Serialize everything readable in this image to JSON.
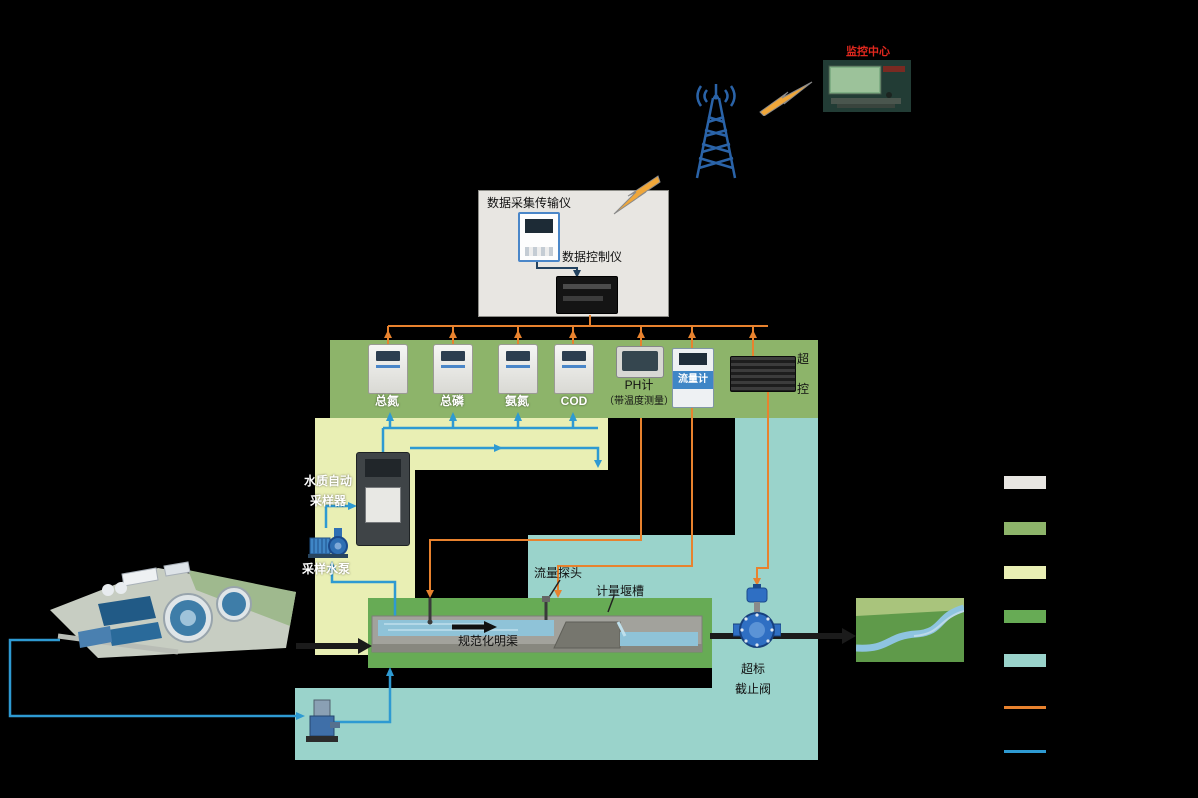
{
  "colors": {
    "background": "#000000",
    "orange_line": "#e8822e",
    "blue_line": "#2e9ad2",
    "gray_area": "#e8e6e2",
    "green_area": "#8db46a",
    "yellow_area": "#e9efb4",
    "channel_green_area": "#67ab55",
    "teal_area": "#9ad3cb"
  },
  "monitoring_center": {
    "label": "监控中心"
  },
  "datalogger": {
    "label": "数据采集传输仪"
  },
  "data_controller": {
    "label": "数据控制仪"
  },
  "analyzers": [
    {
      "label": "总氮"
    },
    {
      "label": "总磷"
    },
    {
      "label": "氨氮"
    },
    {
      "label": "COD"
    }
  ],
  "ph_meter": {
    "label": "PH计",
    "sublabel": "（带温度测量）"
  },
  "flow_meter": {
    "label": "流量计"
  },
  "overflow_controller": {
    "label_line1": "超",
    "label_line2": "控"
  },
  "auto_sampler": {
    "label_line1": "水质自动",
    "label_line2": "采样器"
  },
  "sampling_pump": {
    "label": "采样水泵"
  },
  "open_channel": {
    "label": "规范化明渠"
  },
  "flow_probe": {
    "label": "流量探头"
  },
  "measuring_weir": {
    "label": "计量堰槽"
  },
  "cutoff_valve": {
    "label_line1": "超标",
    "label_line2": "截止阀"
  },
  "legend": {
    "items": [
      {
        "name": "gray-area",
        "color": "#e8e6e2",
        "shape": "box"
      },
      {
        "name": "green-area",
        "color": "#8db46a",
        "shape": "box"
      },
      {
        "name": "yellow-area",
        "color": "#e9efb4",
        "shape": "box"
      },
      {
        "name": "channel-green-area",
        "color": "#67ab55",
        "shape": "box"
      },
      {
        "name": "teal-area",
        "color": "#9ad3cb",
        "shape": "box"
      },
      {
        "name": "orange-signal-line",
        "color": "#e8822e",
        "shape": "line"
      },
      {
        "name": "blue-water-line",
        "color": "#2e9ad2",
        "shape": "line"
      }
    ]
  }
}
